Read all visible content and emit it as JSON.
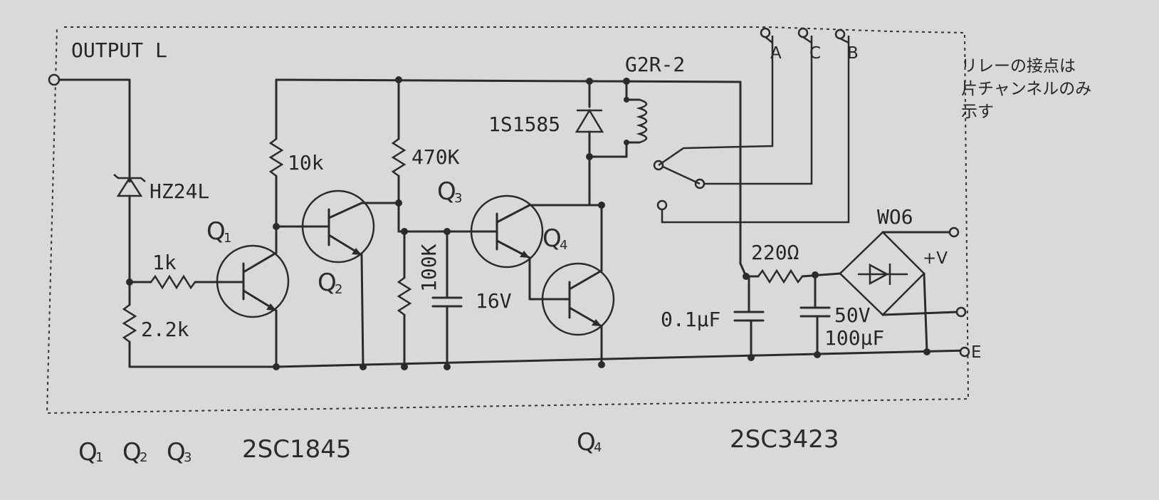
{
  "labels": {
    "output": "OUTPUT L",
    "zener": "HZ24L",
    "r_1k": "1k",
    "r_2k2": "2.2k",
    "r_10k": "10k",
    "r_470k": "470K",
    "r_100k": "100K",
    "c_16v": "16V",
    "diode": "1S1585",
    "relay": "G2R-2",
    "term_a": "A",
    "term_c": "C",
    "term_b": "B",
    "r_220": "220Ω",
    "c_01": "0.1μF",
    "c_50v": "50V",
    "c_100u": "100μF",
    "bridge": "WO6",
    "plus_v": "+V",
    "e": "E",
    "note_line1": "リレーの接点は",
    "note_line2": "片チャンネルのみ",
    "note_line3": "示す",
    "q1": "Q",
    "q1_sub": "1",
    "q2": "Q",
    "q2_sub": "2",
    "q3": "Q",
    "q3_sub": "3",
    "q4": "Q",
    "q4_sub": "4"
  },
  "footer": {
    "q_list_1": "Q",
    "q_list_1_sub": "1",
    "q_list_2": "Q",
    "q_list_2_sub": "2",
    "q_list_3": "Q",
    "q_list_3_sub": "3",
    "part_1": "2SC1845",
    "q4": "Q",
    "q4_sub": "4",
    "part_2": "2SC3423"
  }
}
